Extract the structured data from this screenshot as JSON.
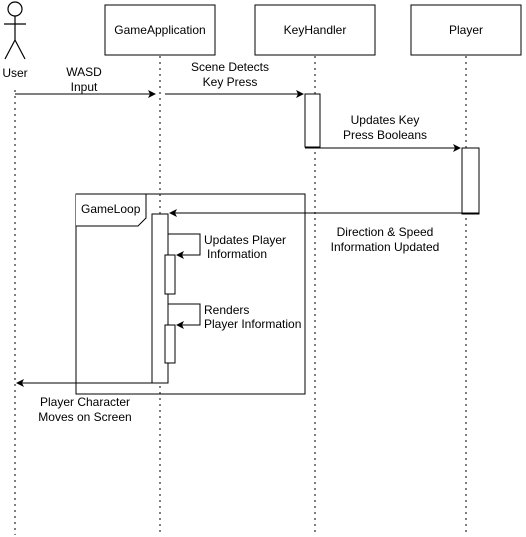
{
  "actor": {
    "label": "User"
  },
  "participants": {
    "game_application": "GameApplication",
    "key_handler": "KeyHandler",
    "player": "Player"
  },
  "fragment": {
    "label": "GameLoop"
  },
  "messages": {
    "wasd_input": [
      "WASD",
      "Input"
    ],
    "scene_detects": [
      "Scene Detects",
      "Key Press"
    ],
    "updates_key": [
      "Updates Key",
      "Press Booleans"
    ],
    "direction_speed": [
      "Direction & Speed",
      "Information Updated"
    ],
    "updates_player": [
      "Updates Player",
      "Information"
    ],
    "renders": [
      "Renders",
      "Player Information"
    ],
    "player_moves": [
      "Player Character",
      "Moves on Screen"
    ]
  },
  "colors": {
    "stroke": "#000000",
    "background": "#ffffff"
  }
}
